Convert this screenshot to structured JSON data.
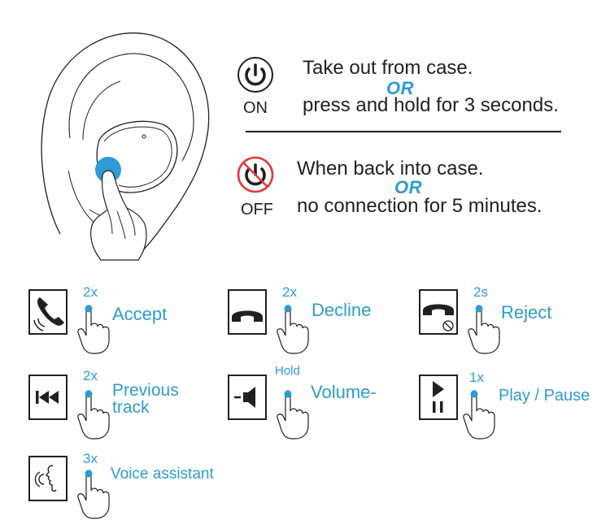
{
  "power": {
    "on": {
      "label": "ON",
      "line1": "Take out from case.",
      "or_text": "OR",
      "line2": "press and hold for 3 seconds."
    },
    "off": {
      "label": "OFF",
      "line1": "When back into case.",
      "or_text": "OR",
      "line2": "no connection for 5 minutes."
    }
  },
  "controls": [
    {
      "icon": "phone-accept-icon",
      "count": "2x",
      "label": "Accept"
    },
    {
      "icon": "phone-decline-icon",
      "count": "2x",
      "label": "Decline"
    },
    {
      "icon": "phone-reject-icon",
      "count": "2s",
      "label": "Reject"
    },
    {
      "icon": "previous-track-icon",
      "count": "2x",
      "label_line1": "Previous",
      "label_line2": "track"
    },
    {
      "icon": "volume-down-icon",
      "count": "Hold",
      "label": "Volume-"
    },
    {
      "icon": "play-pause-icon",
      "count": "1x",
      "label": "Play / Pause"
    },
    {
      "icon": "voice-assistant-icon",
      "count": "3x",
      "label": "Voice assistant"
    }
  ],
  "colors": {
    "accent_blue": "#2d9bd4",
    "line_dark": "#231f20",
    "off_red": "#e0393e"
  }
}
